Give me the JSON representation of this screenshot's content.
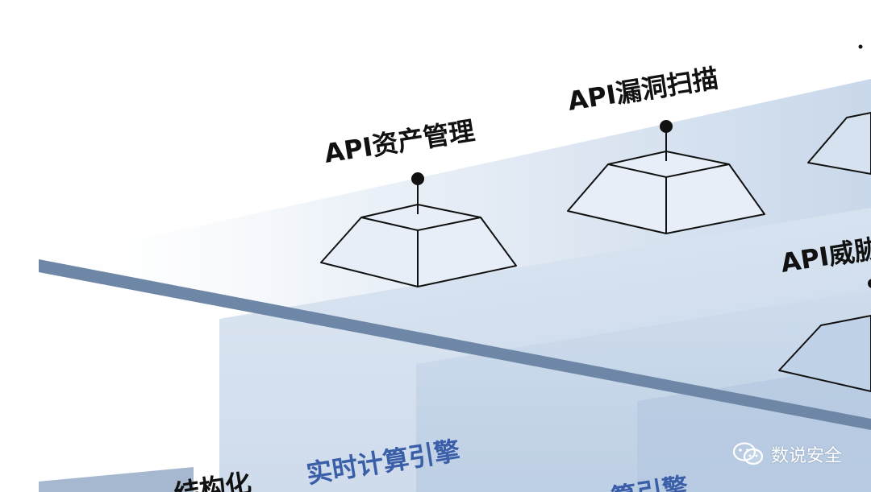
{
  "modules": [
    {
      "label": "API资产管理"
    },
    {
      "label": "API漏洞扫描"
    },
    {
      "label": "API威胁"
    }
  ],
  "engines": [
    {
      "label": "实时计算引擎"
    },
    {
      "label": "算引擎"
    }
  ],
  "bottom_label": "结构化",
  "watermark": {
    "text": "数说安全",
    "icon": "wechat-icon"
  },
  "colors": {
    "plane_edge": "#6f87a6",
    "engine_text": "#3a5ea8",
    "label_text": "#111111",
    "panel_fill": "#c9d8ea"
  }
}
